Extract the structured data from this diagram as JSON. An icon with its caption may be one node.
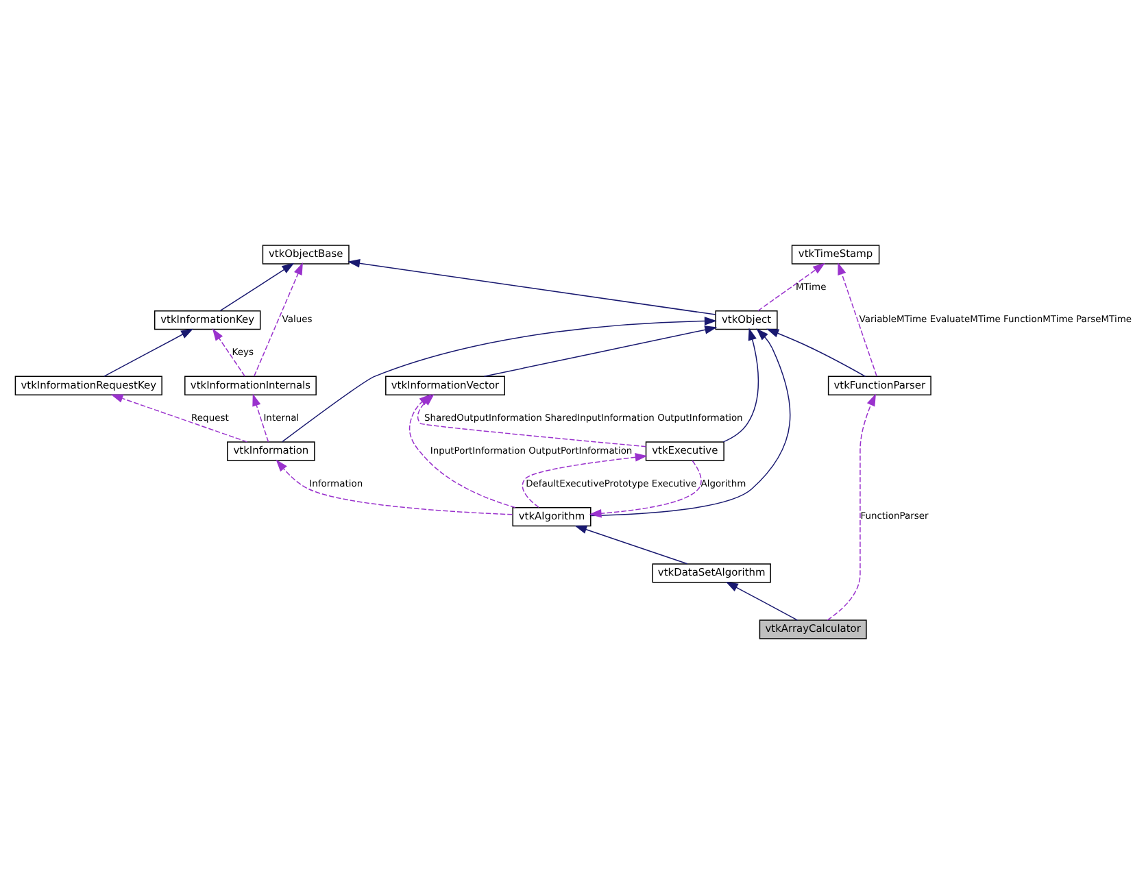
{
  "diagram": {
    "nodes": [
      {
        "text": [
          "vtkObjectBase"
        ]
      },
      {
        "text": [
          "vtkInformationKey"
        ]
      },
      {
        "text": [
          "vtkTimeStamp"
        ]
      },
      {
        "text": [
          "vtkInformationInternals"
        ]
      },
      {
        "text": [
          "vtkInformationRequestKey"
        ]
      },
      {
        "text": [
          "vtkObject"
        ]
      },
      {
        "text": [
          "vtkInformation"
        ]
      },
      {
        "text": [
          "vtkInformationVector"
        ]
      },
      {
        "text": [
          "vtkFunctionParser"
        ]
      },
      {
        "text": [
          "vtkAlgorithm"
        ]
      },
      {
        "text": [
          "vtkDataSetAlgorithm"
        ]
      },
      {
        "text": [
          "vtkExecutive"
        ]
      },
      {
        "text": [
          "vtkArrayCalculator"
        ]
      }
    ],
    "edges": [
      {
        "from": 1,
        "to": 0,
        "arrow": "to",
        "color": "#191970"
      },
      {
        "from": 3,
        "to": 0,
        "arrow": "to",
        "label": "Values",
        "style": "dashed",
        "color": "#9a32cd"
      },
      {
        "from": 5,
        "to": 0,
        "arrow": "to",
        "color": "#191970"
      },
      {
        "from": 4,
        "to": 1,
        "arrow": "to",
        "color": "#191970"
      },
      {
        "from": 3,
        "to": 1,
        "arrow": "to",
        "label": "Keys",
        "style": "dashed",
        "color": "#9a32cd"
      },
      {
        "from": 5,
        "to": 2,
        "arrow": "to",
        "label": "MTime",
        "style": "dashed",
        "color": "#9a32cd"
      },
      {
        "from": 8,
        "to": 2,
        "arrow": "to",
        "label": "VariableMTime EvaluateMTime FunctionMTime ParseMTime",
        "style": "dashed",
        "color": "#9a32cd"
      },
      {
        "from": 6,
        "to": 3,
        "arrow": "to",
        "label": "Internal",
        "style": "dashed",
        "color": "#9a32cd"
      },
      {
        "from": 6,
        "to": 4,
        "arrow": "to",
        "label": "Request",
        "style": "dashed",
        "color": "#9a32cd"
      },
      {
        "from": 6,
        "to": 5,
        "arrow": "to",
        "color": "#191970"
      },
      {
        "from": 9,
        "to": 5,
        "arrow": "to",
        "color": "#191970"
      },
      {
        "from": 7,
        "to": 5,
        "arrow": "to",
        "color": "#191970"
      },
      {
        "from": 11,
        "to": 5,
        "arrow": "to",
        "color": "#191970"
      },
      {
        "from": 8,
        "to": 5,
        "arrow": "to",
        "color": "#191970"
      },
      {
        "from": 9,
        "to": 6,
        "arrow": "to",
        "label": "Information",
        "style": "dashed",
        "color": "#9a32cd"
      },
      {
        "from": 9,
        "to": 7,
        "arrow": "to",
        "label": "InputPortInformation OutputPortInformation",
        "style": "dashed",
        "color": "#9a32cd"
      },
      {
        "from": 11,
        "to": 7,
        "arrow": "to",
        "label": "SharedOutputInformation SharedInputInformation OutputInformation",
        "style": "dashed",
        "color": "#9a32cd"
      },
      {
        "from": 9,
        "to": 11,
        "arrow": "to",
        "label": "DefaultExecutivePrototype Executive",
        "style": "dashed",
        "color": "#9a32cd"
      },
      {
        "from": 11,
        "to": 9,
        "arrow": "to",
        "label": "Algorithm",
        "style": "dashed",
        "color": "#9a32cd"
      },
      {
        "from": 10,
        "to": 9,
        "arrow": "to",
        "color": "#191970"
      },
      {
        "from": 12,
        "to": 10,
        "arrow": "to",
        "color": "#191970"
      },
      {
        "from": 12,
        "to": 8,
        "arrow": "to",
        "label": "FunctionParser",
        "style": "dashed",
        "color": "#9a32cd"
      }
    ]
  }
}
